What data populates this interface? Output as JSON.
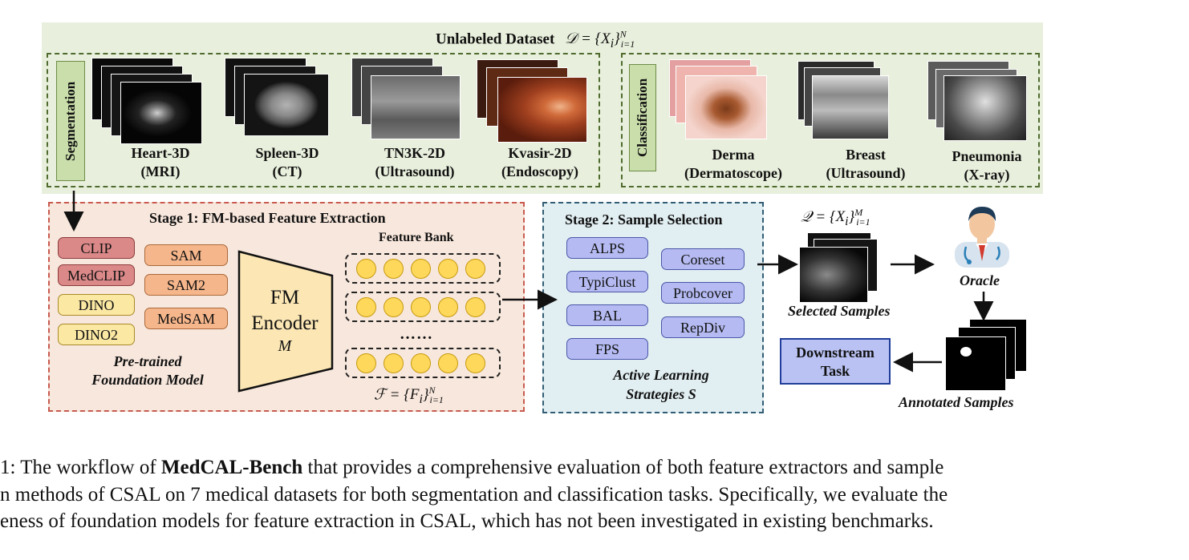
{
  "dataset": {
    "title": "Unlabeled Dataset",
    "segmentation_label": "Segmentation",
    "classification_label": "Classification",
    "seg_items": [
      {
        "name": "Heart-3D",
        "modality": "(MRI)"
      },
      {
        "name": "Spleen-3D",
        "modality": "(CT)"
      },
      {
        "name": "TN3K-2D",
        "modality": "(Ultrasound)"
      },
      {
        "name": "Kvasir-2D",
        "modality": "(Endoscopy)"
      }
    ],
    "cls_items": [
      {
        "name": "Derma",
        "modality": "(Dermatoscope)"
      },
      {
        "name": "Breast",
        "modality": "(Ultrasound)"
      },
      {
        "name": "Pneumonia",
        "modality": "(X-ray)"
      }
    ]
  },
  "stage1": {
    "title": "Stage 1: FM-based Feature Extraction",
    "models_left": [
      "CLIP",
      "MedCLIP",
      "DINO",
      "DINO2"
    ],
    "models_right": [
      "SAM",
      "SAM2",
      "MedSAM"
    ],
    "pretrained_label_1": "Pre-trained",
    "pretrained_label_2": "Foundation Model",
    "encoder_line1": "FM",
    "encoder_line2": "Encoder",
    "encoder_symbol": "M",
    "feature_bank_label": "Feature Bank",
    "ellipsis": "……"
  },
  "stage2": {
    "title": "Stage 2: Sample Selection",
    "strategies_left": [
      "ALPS",
      "TypiClust",
      "BAL",
      "FPS"
    ],
    "strategies_right": [
      "Coreset",
      "Probcover",
      "RepDiv"
    ],
    "strategies_label_1": "Active Learning",
    "strategies_label_2": "Strategies",
    "strategies_symbol": "S"
  },
  "flow": {
    "selected_label": "Selected Samples",
    "oracle_label": "Oracle",
    "annotated_label": "Annotated Samples",
    "downstream_line1": "Downstream",
    "downstream_line2": "Task"
  },
  "caption": {
    "line1_prefix": "1: The workflow of ",
    "line1_bold": "MedCAL-Bench",
    "line1_suffix": " that provides a comprehensive evaluation of both feature extractors and sample",
    "line2": "n methods of CSAL on 7 medical datasets for both segmentation and classification tasks. Specifically, we evaluate the",
    "line3": "eness of foundation models for feature extraction in CSAL, which has not been investigated in existing benchmarks."
  },
  "colors": {
    "dataset_bg": "#e8efdc",
    "stage1_bg": "#f8e7dc",
    "stage2_bg": "#e1eef2",
    "downstream_bg": "#b9c2f2"
  }
}
